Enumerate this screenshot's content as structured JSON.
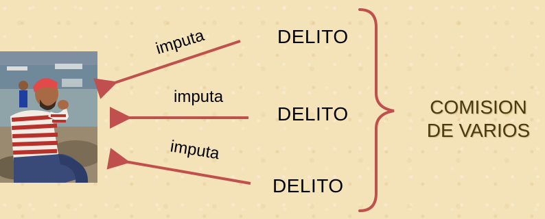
{
  "diagram": {
    "verb_labels": [
      "imputa",
      "imputa",
      "imputa"
    ],
    "offense_labels": [
      "DELITO",
      "DELITO",
      "DELITO"
    ],
    "result_lines": [
      "COMISION",
      "DE VARIOS"
    ],
    "colors": {
      "arrow": "#c0504d",
      "brace": "#c0504d",
      "background": "#f4e2b8",
      "text": "#000000",
      "result_text": "#4a3a10"
    },
    "icons": {
      "photo": "seated-man-photo"
    }
  }
}
